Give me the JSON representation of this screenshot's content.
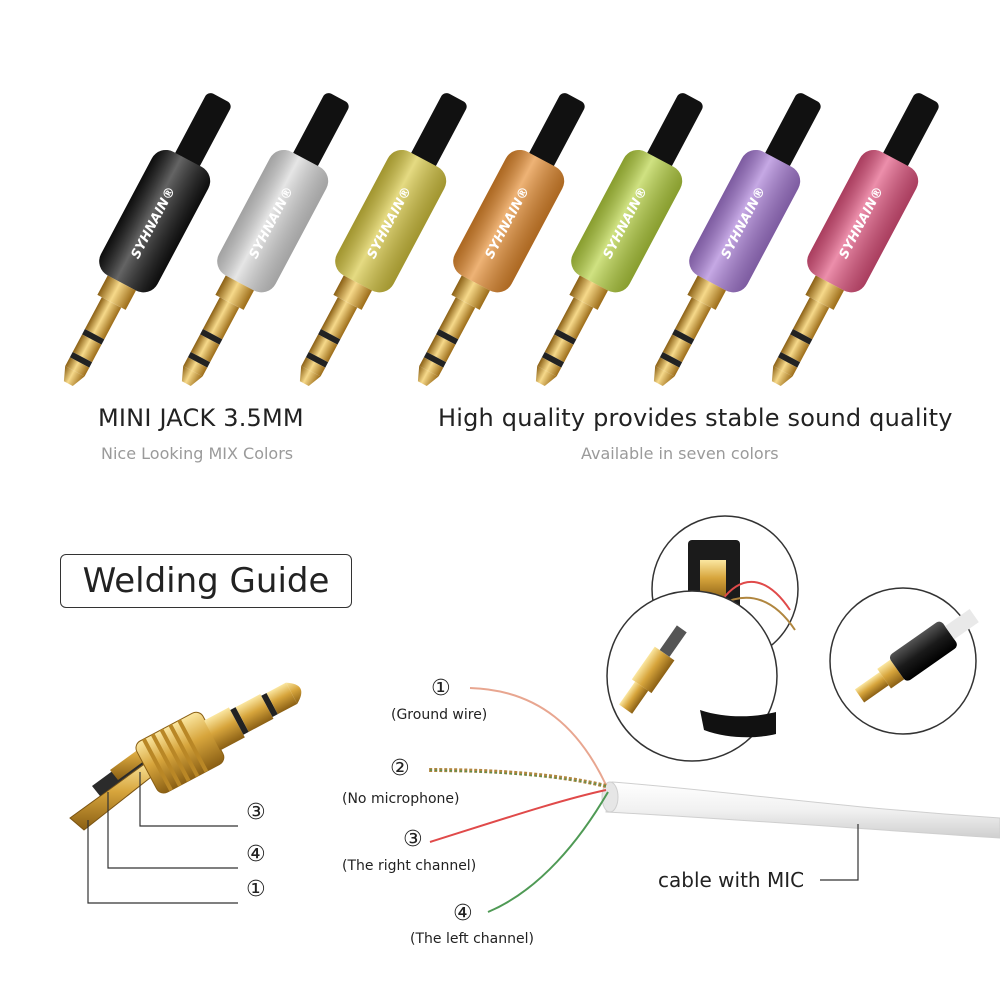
{
  "plugs": {
    "brand": "SYHNAIN",
    "registered": "®",
    "colors": [
      "#111111",
      "#d8d8d8",
      "#d7c73f",
      "#e58a2c",
      "#b6d23e",
      "#a77ad6",
      "#e2527e"
    ]
  },
  "captions": {
    "left_title": "MINI JACK 3.5MM",
    "left_sub": "Nice Looking MIX Colors",
    "right_title": "High quality provides stable sound quality",
    "right_sub": "Available in seven colors"
  },
  "guide": {
    "title": "Welding Guide",
    "pin_labels": [
      "③",
      "④",
      "①"
    ],
    "wires": [
      {
        "num": "①",
        "label": "(Ground wire)",
        "color": "#e8a690"
      },
      {
        "num": "②",
        "label": "(No microphone)",
        "color": "#b0863f"
      },
      {
        "num": "③",
        "label": "(The right channel)",
        "color": "#e04a4a"
      },
      {
        "num": "④",
        "label": "(The left channel)",
        "color": "#4f9a55"
      }
    ],
    "cable_label": "cable with MIC"
  }
}
